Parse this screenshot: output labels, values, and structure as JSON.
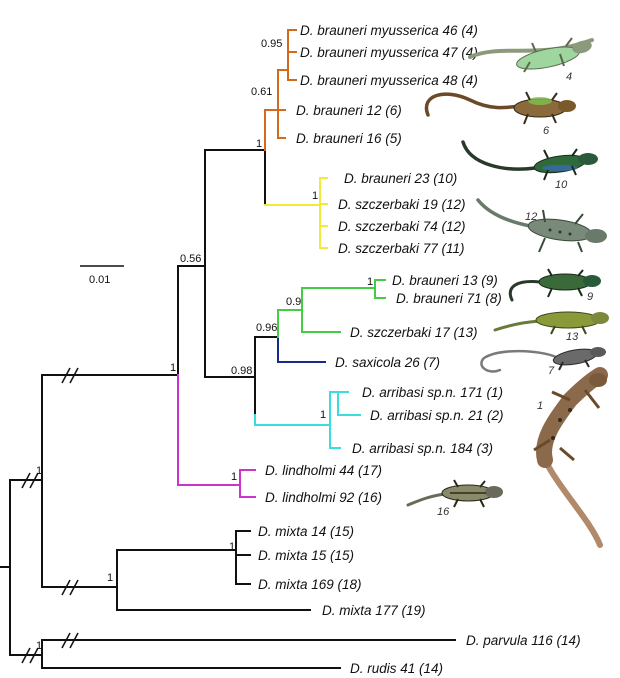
{
  "colors": {
    "black": "#111111",
    "orange": "#d2691e",
    "yellow": "#f2ea3a",
    "green": "#44cc44",
    "navy": "#1a2a8a",
    "cyan": "#3cdbe0",
    "magenta": "#cc33cc"
  },
  "scale_bar": {
    "label": "0.01"
  },
  "taxa": [
    {
      "id": "t1",
      "label": "D. brauneri myusserica 46 (4)"
    },
    {
      "id": "t2",
      "label": "D. brauneri myusserica 47 (4)"
    },
    {
      "id": "t3",
      "label": "D. brauneri myusserica 48 (4)"
    },
    {
      "id": "t4",
      "label": "D. brauneri 12 (6)"
    },
    {
      "id": "t5",
      "label": "D. brauneri 16 (5)"
    },
    {
      "id": "t6",
      "label": "D. brauneri 23 (10)"
    },
    {
      "id": "t7",
      "label": "D. szczerbaki 19 (12)"
    },
    {
      "id": "t8",
      "label": "D. szczerbaki 74 (12)"
    },
    {
      "id": "t9",
      "label": "D. szczerbaki 77 (11)"
    },
    {
      "id": "t10",
      "label": "D. brauneri 13 (9)"
    },
    {
      "id": "t11",
      "label": "D. brauneri 71 (8)"
    },
    {
      "id": "t12",
      "label": "D. szczerbaki 17 (13)"
    },
    {
      "id": "t13",
      "label": "D. saxicola 26 (7)"
    },
    {
      "id": "t14",
      "label": "D. arribasi sp.n. 171 (1)"
    },
    {
      "id": "t15",
      "label": "D. arribasi sp.n. 21 (2)"
    },
    {
      "id": "t16",
      "label": "D. arribasi sp.n. 184 (3)"
    },
    {
      "id": "t17",
      "label": "D. lindholmi 44 (17)"
    },
    {
      "id": "t18",
      "label": "D. lindholmi 92 (16)"
    },
    {
      "id": "t19",
      "label": "D. mixta 14 (15)"
    },
    {
      "id": "t20",
      "label": "D. mixta 15 (15)"
    },
    {
      "id": "t21",
      "label": "D. mixta 169 (18)"
    },
    {
      "id": "t22",
      "label": "D. mixta 177 (19)"
    },
    {
      "id": "t23",
      "label": "D. parvula 116 (14)"
    },
    {
      "id": "t24",
      "label": "D. rudis 41 (14)"
    }
  ],
  "support_values": [
    {
      "node": "myusserica",
      "value": "0.95"
    },
    {
      "node": "brauneri-orange",
      "value": "0.61"
    },
    {
      "node": "orange-yellow",
      "value": "1"
    },
    {
      "node": "yellow",
      "value": "1"
    },
    {
      "node": "upper",
      "value": "0.56"
    },
    {
      "node": "brauneri-13-71",
      "value": "1"
    },
    {
      "node": "green",
      "value": "0.9"
    },
    {
      "node": "green-navy",
      "value": "0.96"
    },
    {
      "node": "lower-right",
      "value": "0.98"
    },
    {
      "node": "arribasi",
      "value": "1"
    },
    {
      "node": "main-clade",
      "value": "1"
    },
    {
      "node": "lindholmi",
      "value": "1"
    },
    {
      "node": "mixta-group",
      "value": "1"
    },
    {
      "node": "mixta-14-15-169",
      "value": "1"
    },
    {
      "node": "ingroup",
      "value": "1"
    },
    {
      "node": "outgroup",
      "value": "1"
    }
  ],
  "lizard_photos": [
    {
      "id": "p4",
      "number": "4"
    },
    {
      "id": "p6",
      "number": "6"
    },
    {
      "id": "p10",
      "number": "10"
    },
    {
      "id": "p12",
      "number": "12"
    },
    {
      "id": "p9",
      "number": "9"
    },
    {
      "id": "p13",
      "number": "13"
    },
    {
      "id": "p7",
      "number": "7"
    },
    {
      "id": "p1",
      "number": "1"
    },
    {
      "id": "p16",
      "number": "16"
    }
  ]
}
